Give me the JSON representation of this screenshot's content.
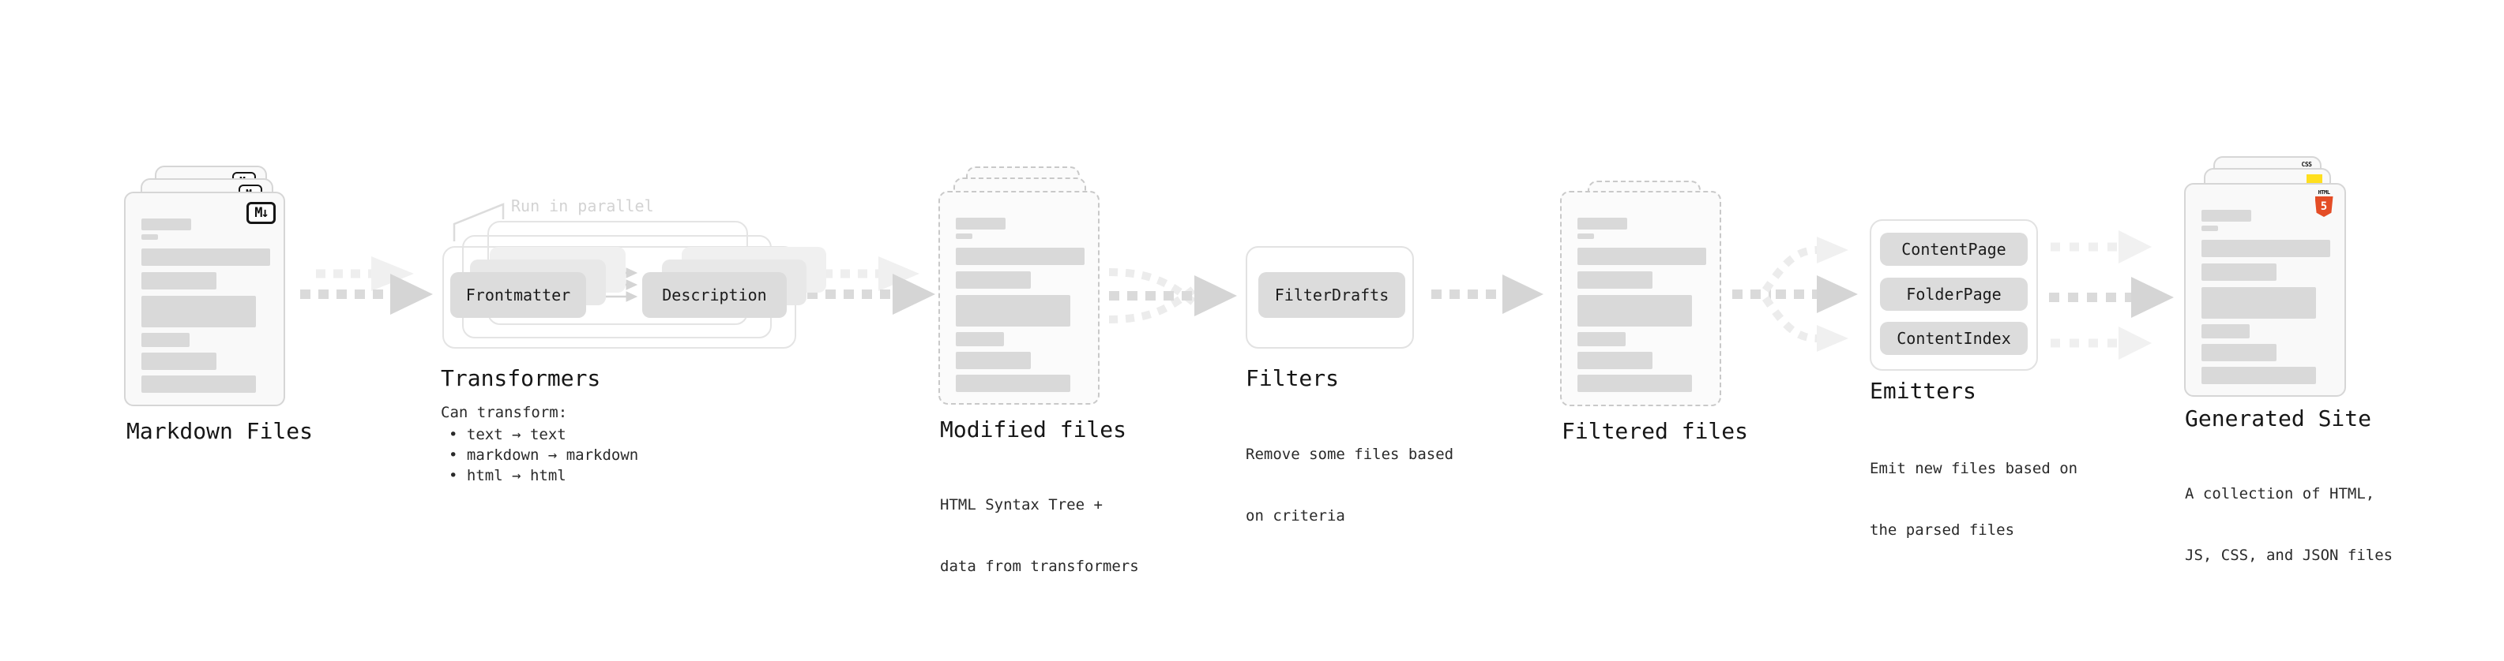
{
  "sections": {
    "markdown": {
      "title": "Markdown Files",
      "badge": "M↓"
    },
    "transformers": {
      "annotation": "Run in parallel",
      "chip_left": "Frontmatter",
      "chip_right": "Description",
      "title": "Transformers",
      "desc_heading": "Can transform:",
      "bullets": [
        "text → text",
        "markdown → markdown",
        "html → html"
      ]
    },
    "modified": {
      "title": "Modified files",
      "desc": [
        "HTML Syntax Tree +",
        "data from transformers"
      ]
    },
    "filters": {
      "title": "Filters",
      "chip": "FilterDrafts",
      "desc": [
        "Remove some files based",
        "on criteria"
      ]
    },
    "filtered": {
      "title": "Filtered files"
    },
    "emitters": {
      "title": "Emitters",
      "chips": [
        "ContentPage",
        "FolderPage",
        "ContentIndex"
      ],
      "desc": [
        "Emit new files based on",
        "the parsed files"
      ]
    },
    "generated": {
      "title": "Generated Site",
      "desc": [
        "A collection of HTML,",
        "JS, CSS, and JSON files"
      ],
      "badge_css": "CSS",
      "badge_html_word": "HTML",
      "badge_html_number": "5"
    }
  },
  "colors": {
    "text": "#1a1a1a",
    "muted_annotation": "#d3d3d3",
    "chip_bg": "#dcdcdc",
    "bar_gray": "#d9d9d9",
    "arrow_dark": "#dadada",
    "arrow_light": "#eeeeee",
    "html5_orange": "#e44d26",
    "js_yellow": "#ffdf1e",
    "css_blue": "#2965f1"
  }
}
